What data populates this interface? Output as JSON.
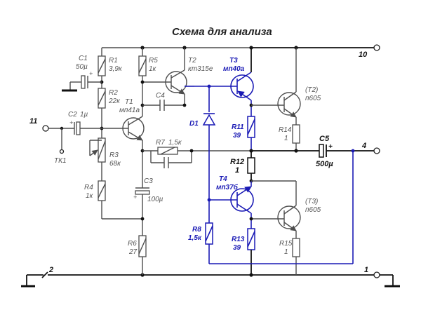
{
  "title": "Схема для анализа",
  "nodes": {
    "n10": "10",
    "n11": "11",
    "n4": "4",
    "n1": "1",
    "n2": "2",
    "tk1": "ТК1"
  },
  "components": {
    "C1": {
      "ref": "C1",
      "value": "50µ"
    },
    "R1": {
      "ref": "R1",
      "value": "3,9к"
    },
    "R5": {
      "ref": "R5",
      "value": "1к"
    },
    "T2": {
      "ref": "T2",
      "value": "кт315е"
    },
    "T3": {
      "ref": "T3",
      "value": "мп40а"
    },
    "R2": {
      "ref": "R2",
      "value": "22к"
    },
    "C4": {
      "ref": "C4"
    },
    "T1": {
      "ref": "T1",
      "value": "мп41а"
    },
    "C2": {
      "ref": "C2",
      "value": "1µ"
    },
    "D1": {
      "ref": "D1"
    },
    "T2p": {
      "ref": "(T2)",
      "value": "п605"
    },
    "R7": {
      "ref": "R7",
      "value": "1,5к"
    },
    "R3": {
      "ref": "R3",
      "value": "68к"
    },
    "R11": {
      "ref": "R11",
      "value": "39"
    },
    "R14": {
      "ref": "R14",
      "value": "1"
    },
    "C5": {
      "ref": "C5",
      "value": "500µ"
    },
    "C3": {
      "ref": "C3",
      "value": "100µ"
    },
    "R12": {
      "ref": "R12",
      "value": "1"
    },
    "R4": {
      "ref": "R4",
      "value": "1к"
    },
    "T4": {
      "ref": "T4",
      "value": "мп37б"
    },
    "T3p": {
      "ref": "(T3)",
      "value": "п605"
    },
    "R8": {
      "ref": "R8",
      "value": "1,5к"
    },
    "R13": {
      "ref": "R13",
      "value": "39"
    },
    "R15": {
      "ref": "R15",
      "value": "1"
    },
    "R6": {
      "ref": "R6",
      "value": "27"
    }
  },
  "colors": {
    "gray": "#4d4d4d",
    "black": "#111111",
    "blue": "#1a1ab5"
  }
}
